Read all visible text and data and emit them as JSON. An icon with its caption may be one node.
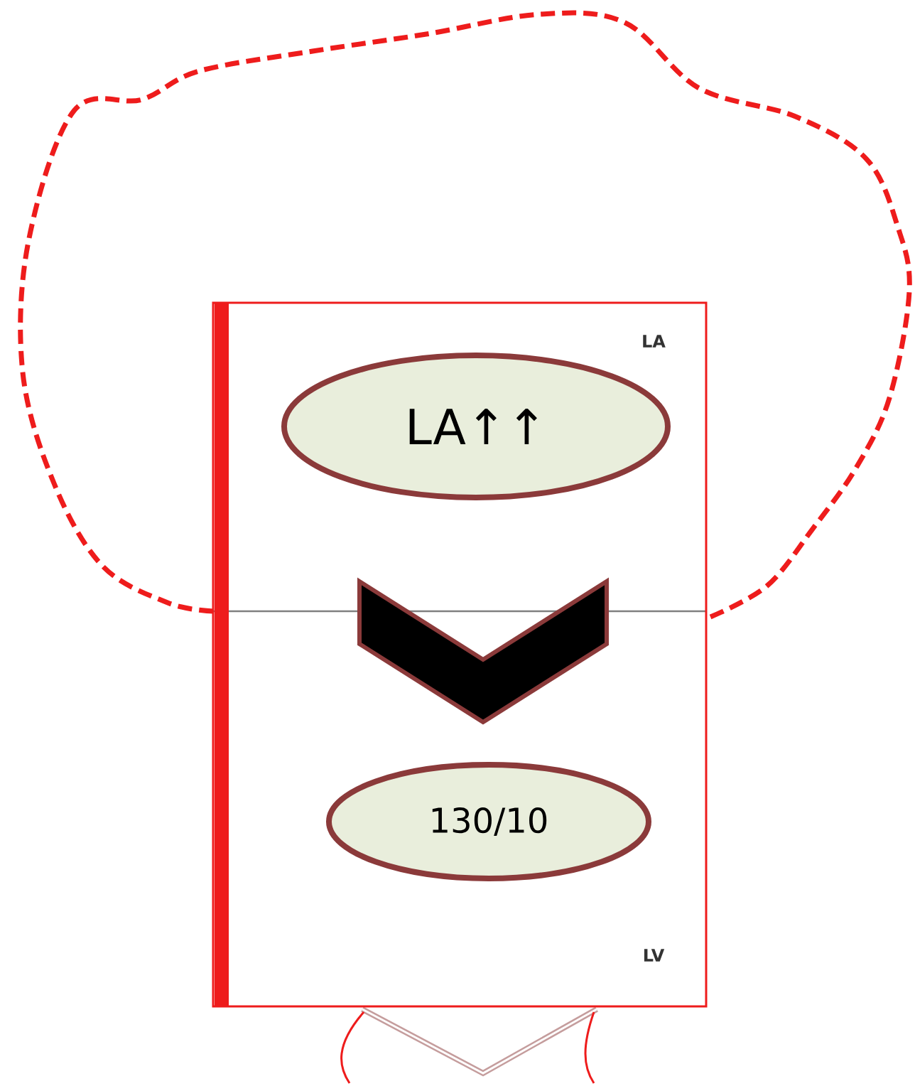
{
  "diagram": {
    "nodes": [
      {
        "text": [
          "LA",
          "LV"
        ]
      },
      {
        "text": [
          "LA↑↑"
        ],
        "in": 0
      },
      {
        "text": [
          "130/10"
        ],
        "in": 0
      }
    ],
    "edges": [
      {
        "from": 1,
        "to": 2,
        "arrow": "to"
      }
    ]
  }
}
